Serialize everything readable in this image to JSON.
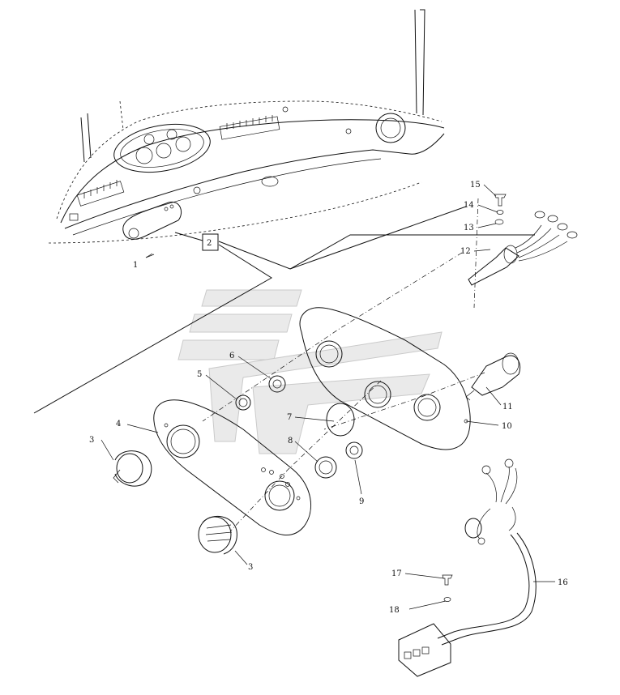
{
  "diagram": {
    "callouts": [
      {
        "id": "c1",
        "text": "1"
      },
      {
        "id": "c2",
        "text": "2"
      },
      {
        "id": "c3a",
        "text": "3"
      },
      {
        "id": "c3b",
        "text": "3"
      },
      {
        "id": "c4",
        "text": "4"
      },
      {
        "id": "c5",
        "text": "5"
      },
      {
        "id": "c6",
        "text": "6"
      },
      {
        "id": "c7",
        "text": "7"
      },
      {
        "id": "c8",
        "text": "8"
      },
      {
        "id": "c9",
        "text": "9"
      },
      {
        "id": "c10",
        "text": "10"
      },
      {
        "id": "c11",
        "text": "11"
      },
      {
        "id": "c12",
        "text": "12"
      },
      {
        "id": "c13",
        "text": "13"
      },
      {
        "id": "c14",
        "text": "14"
      },
      {
        "id": "c15",
        "text": "15"
      },
      {
        "id": "c16",
        "text": "16"
      },
      {
        "id": "c17",
        "text": "17"
      },
      {
        "id": "c18",
        "text": "18"
      }
    ]
  }
}
